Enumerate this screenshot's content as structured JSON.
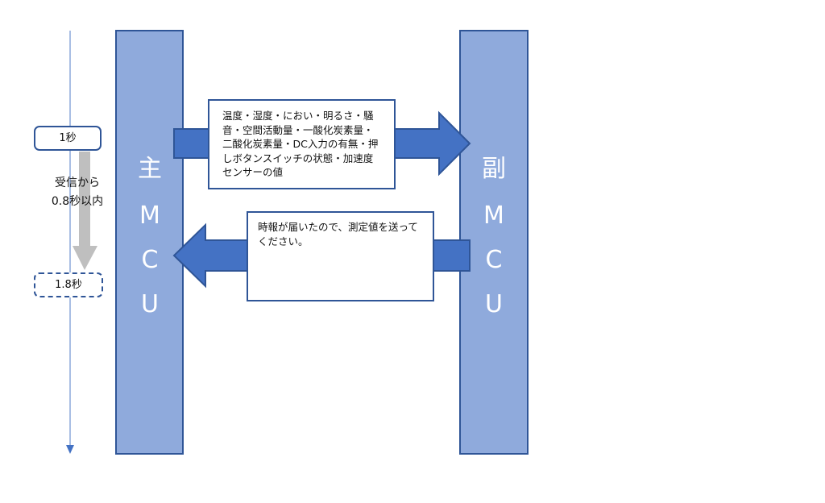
{
  "main_mcu": {
    "label": [
      "主",
      "M",
      "C",
      "U"
    ]
  },
  "sub_mcu": {
    "label": [
      "副",
      "M",
      "C",
      "U"
    ]
  },
  "request_message": "温度・湿度・におい・明るさ・騒音・空間活動量・一酸化炭素量・二酸化炭素量・DC入力の有無・押しボタンスイッチの状態・加速度センサーの値",
  "time_signal_message": "時報が届いたので、測定値を送ってください。",
  "timeline": {
    "start_label": "1秒",
    "end_label": "1.8秒",
    "interval_line1": "受信から",
    "interval_line2": "0.8秒以内"
  },
  "colors": {
    "mcu_fill": "#8faadc",
    "arrow_fill": "#4472c4",
    "border": "#2f5597",
    "gray_arrow": "#bfbfbf",
    "timeline": "#8eaadb"
  }
}
